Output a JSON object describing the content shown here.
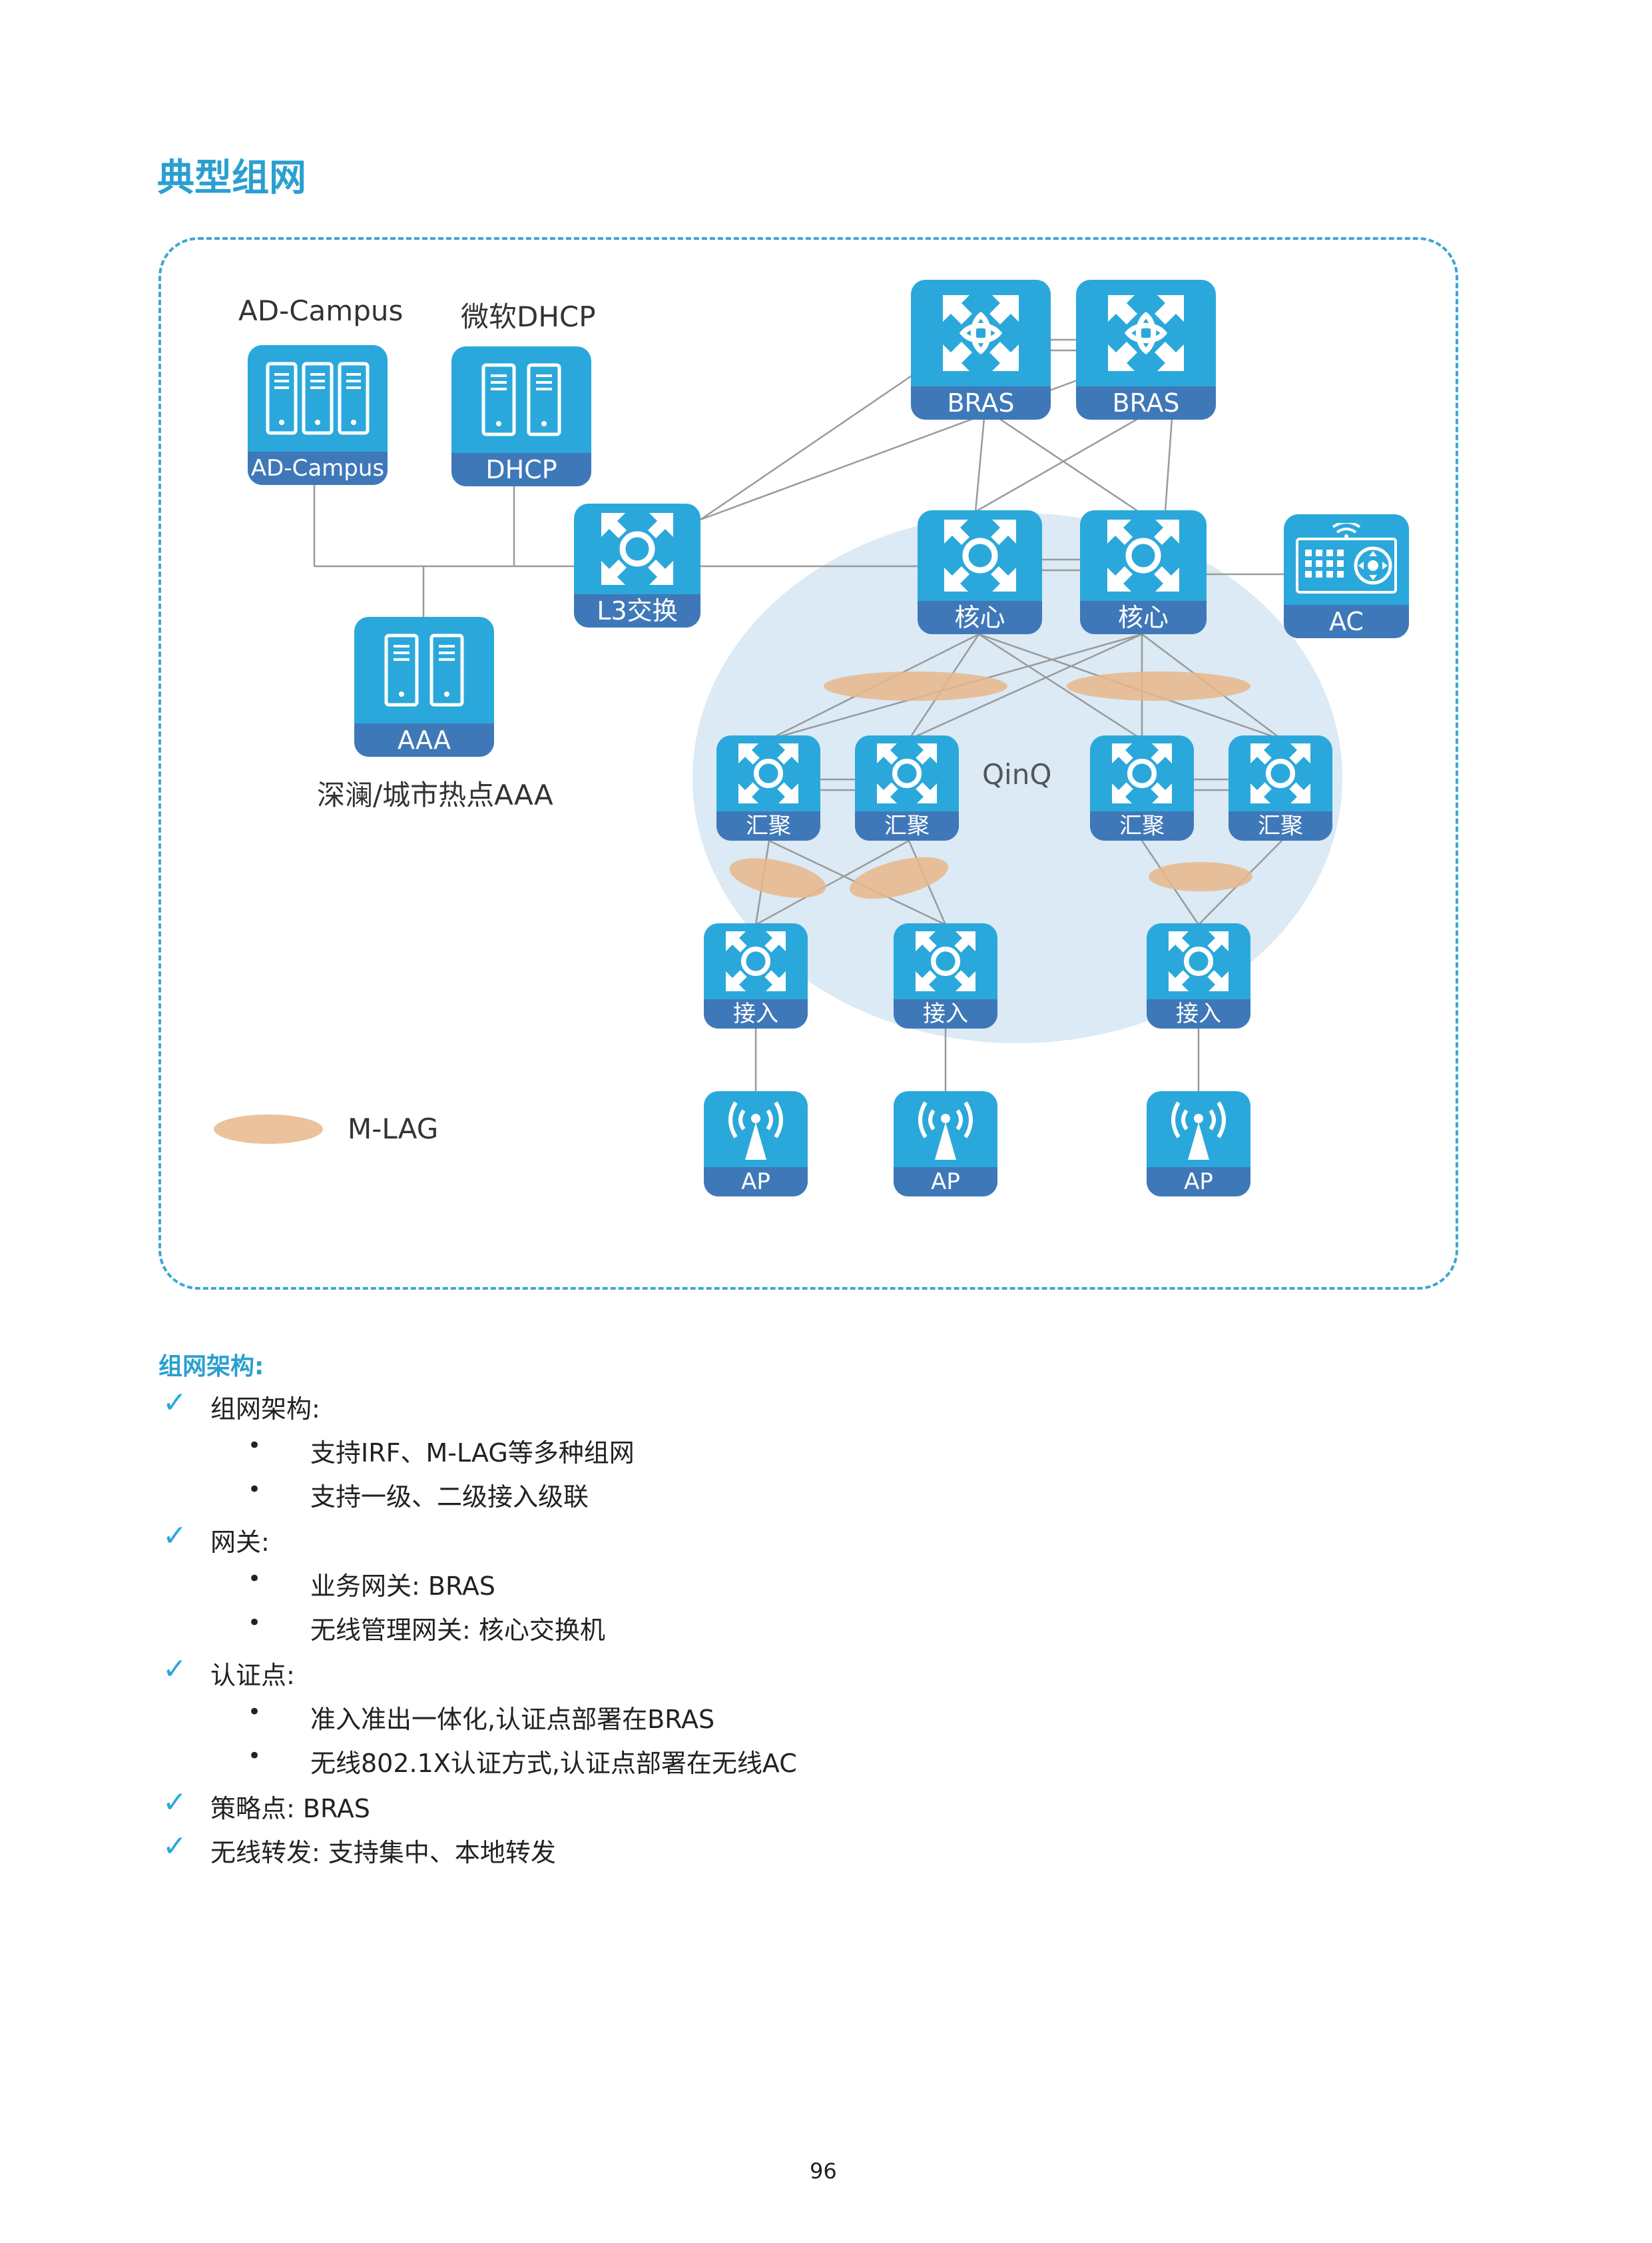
{
  "title": "典型组网",
  "diagram": {
    "labels": {
      "ad_campus_top": "AD-Campus",
      "ms_dhcp_top": "微软DHCP",
      "aaa_bottom": "深澜/城市热点AAA",
      "qinq": "QinQ",
      "mlag_legend": "M-LAG"
    },
    "devices": {
      "ad_campus": "AD-Campus",
      "dhcp": "DHCP",
      "aaa": "AAA",
      "l3": "L3交换",
      "bras1": "BRAS",
      "bras2": "BRAS",
      "core1": "核心",
      "core2": "核心",
      "ac": "AC",
      "agg1": "汇聚",
      "agg2": "汇聚",
      "agg3": "汇聚",
      "agg4": "汇聚",
      "acc1": "接入",
      "acc2": "接入",
      "acc3": "接入",
      "ap1": "AP",
      "ap2": "AP",
      "ap3": "AP"
    },
    "colors": {
      "device": "#2ba8db",
      "device_bar": "#3f78b8",
      "mlag": "#e8b88a",
      "cloud": "#dbeaf5",
      "frame": "#3ba6d2"
    }
  },
  "section_title": "组网架构:",
  "items": [
    {
      "kind": "check",
      "text": "组网架构:"
    },
    {
      "kind": "bullet",
      "text": "支持IRF、M-LAG等多种组网"
    },
    {
      "kind": "bullet",
      "text": "支持一级、二级接入级联"
    },
    {
      "kind": "check",
      "text": "网关:"
    },
    {
      "kind": "bullet",
      "text": "业务网关: BRAS"
    },
    {
      "kind": "bullet",
      "text": "无线管理网关: 核心交换机"
    },
    {
      "kind": "check",
      "text": "认证点:"
    },
    {
      "kind": "bullet",
      "text": "准入准出一体化,认证点部署在BRAS"
    },
    {
      "kind": "bullet",
      "text": "无线802.1X认证方式,认证点部署在无线AC"
    },
    {
      "kind": "check",
      "text": "策略点: BRAS"
    },
    {
      "kind": "check",
      "text": "无线转发: 支持集中、本地转发"
    }
  ],
  "page_number": "96"
}
